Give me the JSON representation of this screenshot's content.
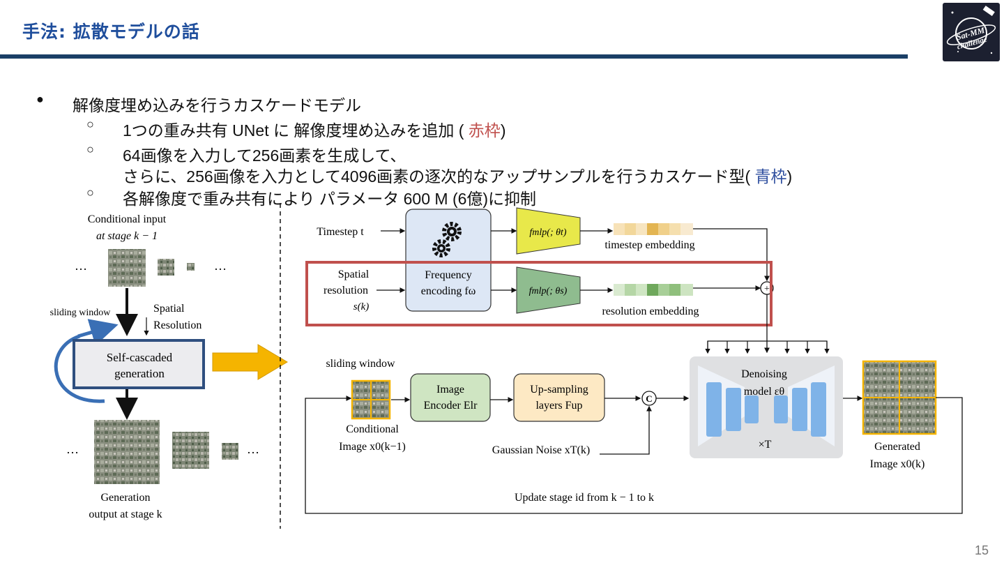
{
  "header": {
    "title": "手法: 拡散モデルの話",
    "logo_text": "Sat-MM challenge"
  },
  "bullets": {
    "b1": "解像度埋め込みを行うカスケードモデル",
    "b1_1_a": "1つの重み共有 UNet に 解像度埋め込みを追加 (",
    "b1_1_red": " 赤枠",
    "b1_1_b": ")",
    "b1_2_line1": "64画像を入力して256画素を生成して、",
    "b1_2_line2_a": "さらに、256画像を入力として4096画素の逐次的なアップサンプルを行うカスケード型(",
    "b1_2_blue": " 青枠",
    "b1_2_line2_b": ")",
    "b1_3": "各解像度で重み共有により パラメータ 600  M (6億)に抑制"
  },
  "diagram": {
    "left": {
      "cond_input_l1": "Conditional input",
      "cond_input_l2": "at stage k − 1",
      "dots": "…",
      "sliding_window": "sliding window",
      "spatial_l1": "Spatial",
      "spatial_l2": "Resolution",
      "self_cascaded_l1": "Self-cascaded",
      "self_cascaded_l2": "generation",
      "gen_out_l1": "Generation",
      "gen_out_l2": "output at stage k"
    },
    "right": {
      "timestep": "Timestep t",
      "spatial_l1": "Spatial",
      "spatial_l2": "resolution",
      "spatial_l3": "s(k)",
      "freq_l1": "Frequency",
      "freq_l2": "encoding fω",
      "fmlp_t": "fmlp(; θt)",
      "fmlp_s": "fmlp(; θs)",
      "timestep_emb": "timestep embedding",
      "resolution_emb": "resolution embedding",
      "plus": "+",
      "sliding_window": "sliding window",
      "cond_img_l1": "Conditional",
      "cond_img_l2": "Image x0(k−1)",
      "img_enc_l1": "Image",
      "img_enc_l2": "Encoder Elr",
      "upsamp_l1": "Up-sampling",
      "upsamp_l2": "layers Fup",
      "concat": "C",
      "gauss": "Gaussian Noise  xT(k)",
      "denoise_l1": "Denoising",
      "denoise_l2": "model εθ",
      "times_t": "×T",
      "gen_img_l1": "Generated",
      "gen_img_l2": "Image x0(k)",
      "update": "Update stage id from k − 1 to k"
    }
  },
  "colors": {
    "title": "#1f4e9c",
    "rule": "#1b3f66",
    "red_frame": "#c0504d",
    "blue_frame": "#2f4f7f",
    "freq_box": "#dde7f5",
    "mlp": "#8fbc8f",
    "mlp_t": "#e8e84a",
    "img_enc": "#cfe5c2",
    "upsamp": "#fde9c4",
    "denoise_bg": "#dfe0e2",
    "unet_block": "#7fb3e8",
    "arrow_yellow": "#f5b400"
  },
  "page_number": "15"
}
